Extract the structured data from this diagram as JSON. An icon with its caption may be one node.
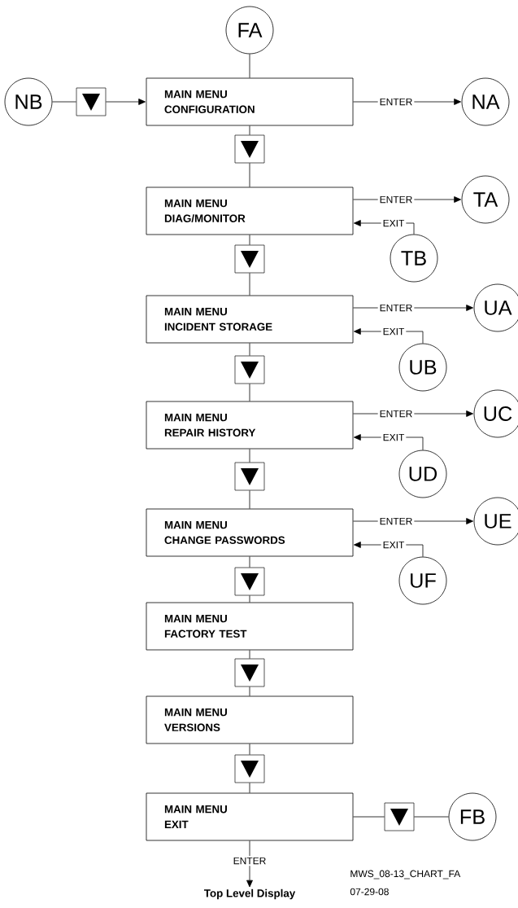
{
  "diagram": {
    "nodes": [
      {
        "text": [
          "FA"
        ]
      },
      {
        "text": [
          "NB"
        ]
      },
      {
        "text": [],
        "shape": "box"
      },
      {
        "text": [
          "MAIN MENU",
          "CONFIGURATION"
        ]
      },
      {
        "text": [
          "NA"
        ]
      },
      {
        "text": [],
        "shape": "box"
      },
      {
        "text": [
          "MAIN MENU",
          "DIAG/MONITOR"
        ]
      },
      {
        "text": [
          "TA"
        ]
      },
      {
        "text": [
          "TB"
        ]
      },
      {
        "text": [],
        "shape": "box"
      },
      {
        "text": [
          "MAIN MENU",
          "INCIDENT STORAGE"
        ]
      },
      {
        "text": [
          "UA"
        ]
      },
      {
        "text": [
          "UB"
        ]
      },
      {
        "text": [],
        "shape": "box"
      },
      {
        "text": [
          "MAIN MENU",
          "REPAIR HISTORY"
        ]
      },
      {
        "text": [
          "UC"
        ]
      },
      {
        "text": [
          "UD"
        ]
      },
      {
        "text": [],
        "shape": "box"
      },
      {
        "text": [
          "MAIN MENU",
          "CHANGE PASSWORDS"
        ]
      },
      {
        "text": [
          "UE"
        ]
      },
      {
        "text": [
          "UF"
        ]
      },
      {
        "text": [],
        "shape": "box"
      },
      {
        "text": [
          "MAIN MENU",
          "FACTORY TEST"
        ]
      },
      {
        "text": [],
        "shape": "box"
      },
      {
        "text": [
          "MAIN MENU",
          "VERSIONS"
        ]
      },
      {
        "text": [],
        "shape": "box"
      },
      {
        "text": [
          "MAIN MENU",
          "EXIT"
        ]
      },
      {
        "text": [],
        "shape": "box"
      },
      {
        "text": [
          "FB"
        ]
      },
      {
        "text": [
          "Top Level Display"
        ]
      }
    ],
    "edges": [
      {
        "from": 0,
        "to": 3,
        "arrow": "none"
      },
      {
        "from": 1,
        "to": 2,
        "arrow": "none"
      },
      {
        "from": 2,
        "to": 3,
        "arrow": "to"
      },
      {
        "from": 3,
        "to": 4,
        "arrow": "to",
        "label": "ENTER"
      },
      {
        "from": 3,
        "to": 5,
        "arrow": "none"
      },
      {
        "from": 5,
        "to": 6,
        "arrow": "none"
      },
      {
        "from": 6,
        "to": 7,
        "arrow": "to",
        "label": "ENTER"
      },
      {
        "from": 8,
        "to": 6,
        "arrow": "to",
        "label": "EXIT"
      },
      {
        "from": 6,
        "to": 9,
        "arrow": "none"
      },
      {
        "from": 9,
        "to": 10,
        "arrow": "none"
      },
      {
        "from": 10,
        "to": 11,
        "arrow": "to",
        "label": "ENTER"
      },
      {
        "from": 12,
        "to": 10,
        "arrow": "to",
        "label": "EXIT"
      },
      {
        "from": 10,
        "to": 13,
        "arrow": "none"
      },
      {
        "from": 13,
        "to": 14,
        "arrow": "none"
      },
      {
        "from": 14,
        "to": 15,
        "arrow": "to",
        "label": "ENTER"
      },
      {
        "from": 16,
        "to": 14,
        "arrow": "to",
        "label": "EXIT"
      },
      {
        "from": 14,
        "to": 17,
        "arrow": "none"
      },
      {
        "from": 17,
        "to": 18,
        "arrow": "none"
      },
      {
        "from": 18,
        "to": 19,
        "arrow": "to",
        "label": "ENTER"
      },
      {
        "from": 20,
        "to": 18,
        "arrow": "to",
        "label": "EXIT"
      },
      {
        "from": 18,
        "to": 21,
        "arrow": "none"
      },
      {
        "from": 21,
        "to": 22,
        "arrow": "none"
      },
      {
        "from": 22,
        "to": 23,
        "arrow": "none"
      },
      {
        "from": 23,
        "to": 24,
        "arrow": "none"
      },
      {
        "from": 24,
        "to": 25,
        "arrow": "none"
      },
      {
        "from": 25,
        "to": 26,
        "arrow": "none"
      },
      {
        "from": 26,
        "to": 27,
        "arrow": "none"
      },
      {
        "from": 27,
        "to": 28,
        "arrow": "none"
      },
      {
        "from": 26,
        "to": 29,
        "arrow": "to",
        "label": "ENTER"
      }
    ],
    "labels": [
      "MWS_08-13_CHART_FA",
      "07-29-08"
    ]
  }
}
